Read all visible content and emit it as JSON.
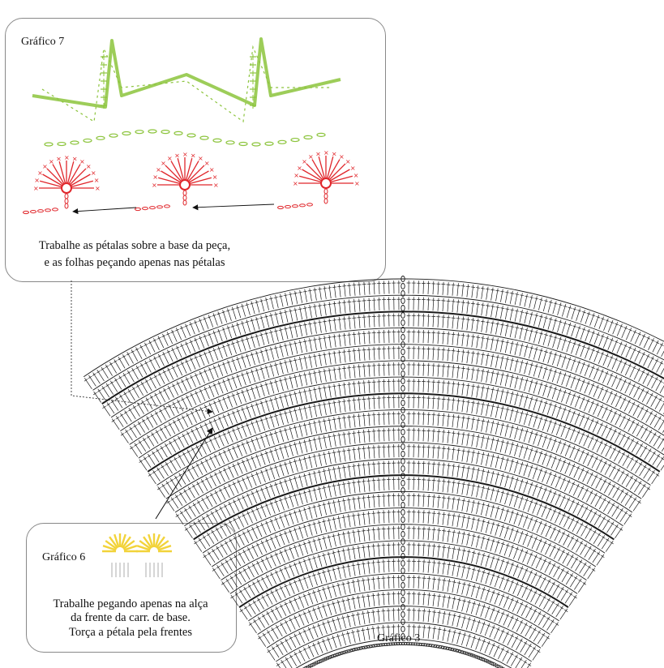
{
  "chart7": {
    "title": "Gráfico 7",
    "note_line1": "Trabalhe as pétalas sobre a base da peça,",
    "note_line2": "e as folhas peçando apenas nas pétalas"
  },
  "chart6": {
    "title": "Gráfico 6",
    "note_line1": "Trabalhe pegando apenas na alça",
    "note_line2": "da frente da carr. de base.",
    "note_line3": "Torça a pétala pela frentes"
  },
  "chart3": {
    "title": "Gráfico 3"
  },
  "colors": {
    "leaf": "#8cc43c",
    "petal": "#e0262b",
    "petal6": "#f2d33a",
    "stitch": "#1a1a1a"
  },
  "icons": [
    "leaf-stitch-icon",
    "petal-fan-icon",
    "pointer-arrow-icon"
  ]
}
